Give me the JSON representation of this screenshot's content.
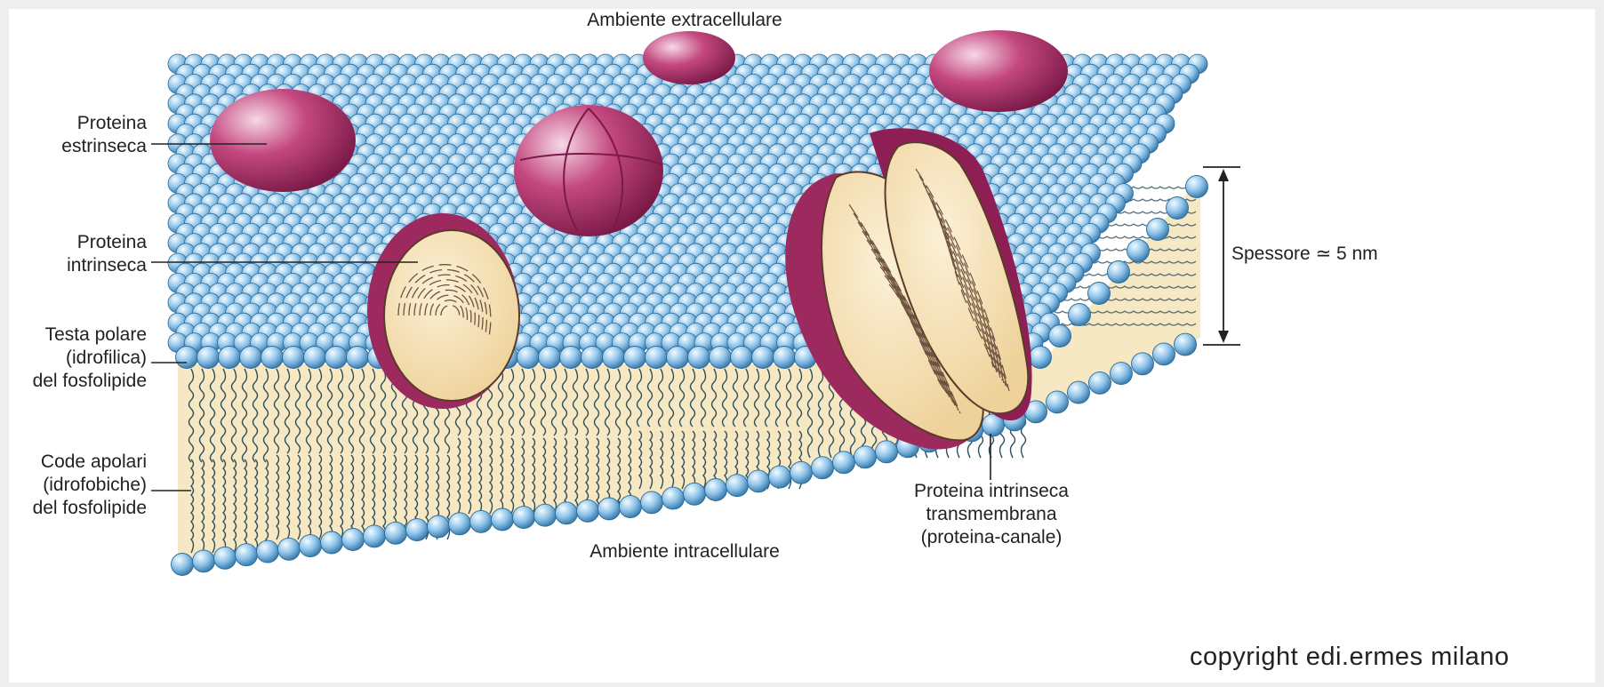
{
  "labels": {
    "extracellular": "Ambiente extracellulare",
    "intracellular": "Ambiente intracellulare",
    "extrinsic_protein": [
      "Proteina",
      "estrinseca"
    ],
    "intrinsic_protein": [
      "Proteina",
      "intrinseca"
    ],
    "polar_head": [
      "Testa polare",
      "(idrofilica)",
      "del fosfolipide"
    ],
    "apolar_tails": [
      "Code apolari",
      "(idrofobiche)",
      "del fosfolipide"
    ],
    "thickness": "Spessore ≃ 5 nm",
    "channel_protein": [
      "Proteina intrinseca",
      "transmembrana",
      "(proteina-canale)"
    ]
  },
  "copyright": "copyright edi.ermes milano",
  "colors": {
    "head_fill": "#8fc4ea",
    "head_stroke": "#2d6a95",
    "tail": "#2f4f5f",
    "core": "#f7e8c4",
    "protein": "#b8356e",
    "protein_light": "#e6a3c2",
    "protein_cut": "#f4d6a8",
    "line": "#222222"
  }
}
